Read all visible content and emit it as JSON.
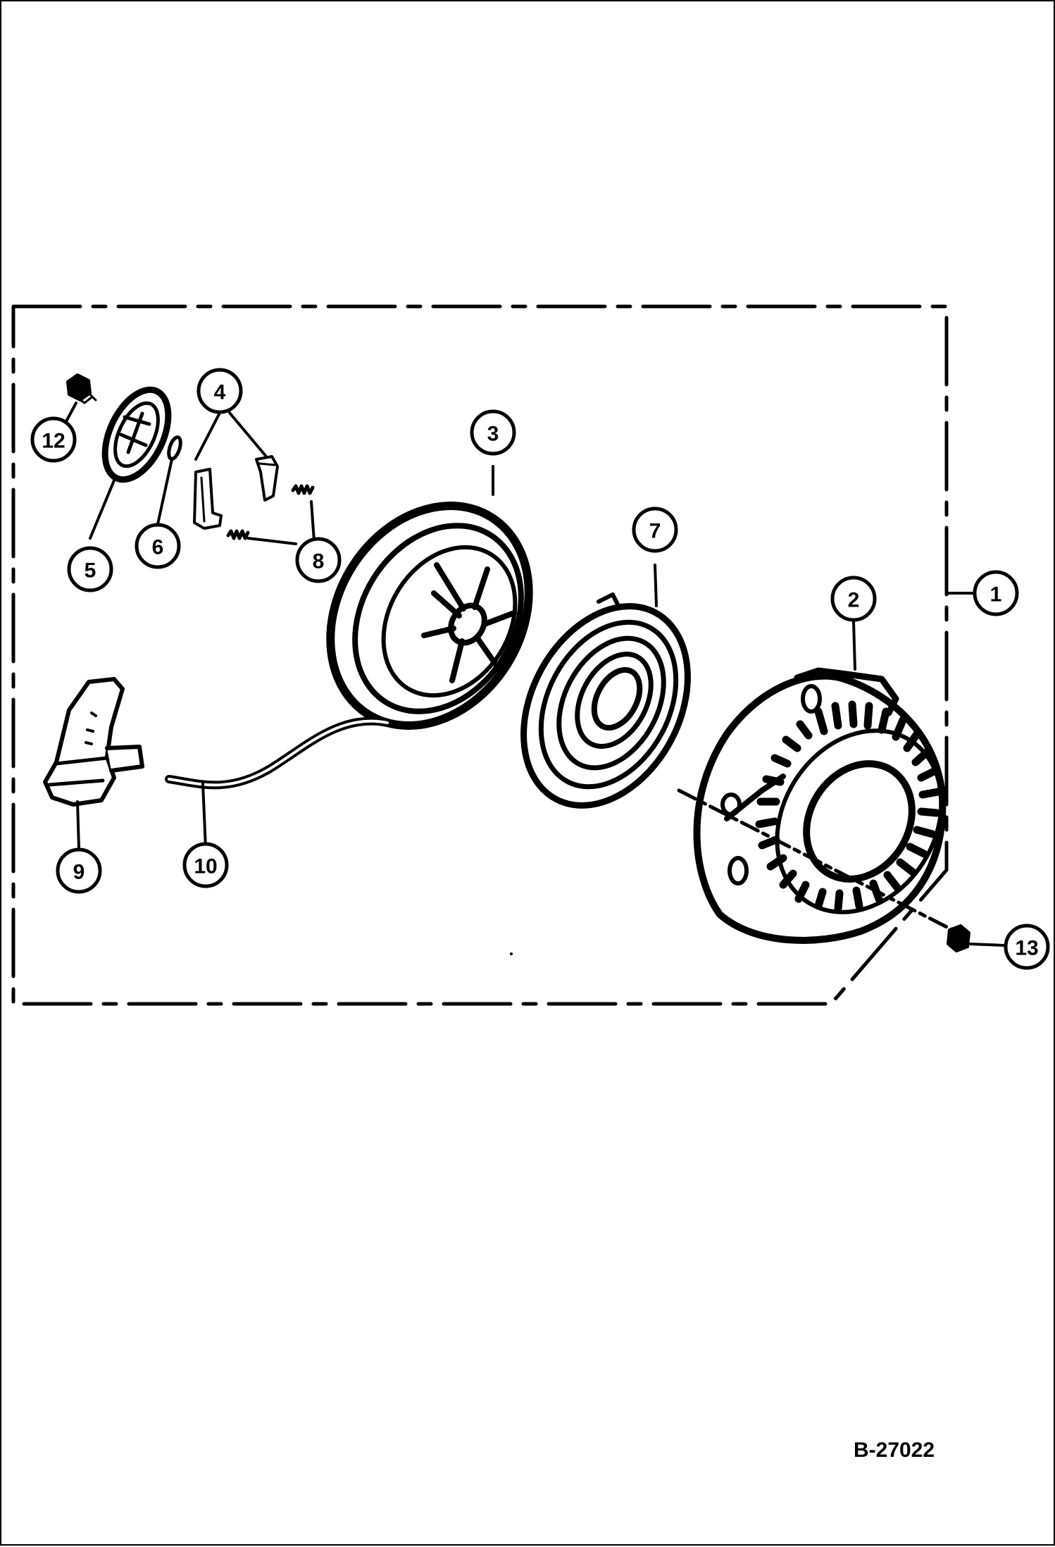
{
  "diagram": {
    "callouts": {
      "c1": "1",
      "c2": "2",
      "c3": "3",
      "c4": "4",
      "c5": "5",
      "c6": "6",
      "c7": "7",
      "c8": "8",
      "c9": "9",
      "c10": "10",
      "c12": "12",
      "c13": "13"
    },
    "reference_code": "B-27022"
  }
}
